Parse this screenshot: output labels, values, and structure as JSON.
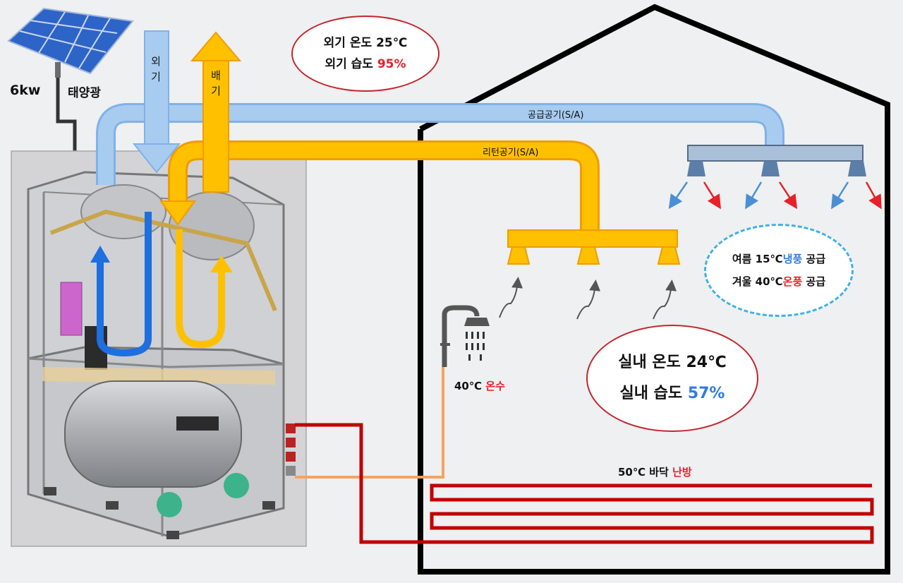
{
  "solar": {
    "capacity": "6kw",
    "label": "태양광"
  },
  "flows": {
    "outside_air": "외기",
    "exhaust_air": "배기",
    "supply_air": "공급공기(S/A)",
    "return_air": "리턴공기(S/A)"
  },
  "outdoor_condition": {
    "temp_label": "외기 온도 25℃",
    "humidity_label": "외기 습도",
    "humidity_value": "95%"
  },
  "supply_info": {
    "summer_label": "여름 15℃",
    "summer_mode": "냉풍",
    "summer_suffix": "공급",
    "winter_label": "겨울 40℃",
    "winter_mode": "온풍",
    "winter_suffix": "공급"
  },
  "indoor_condition": {
    "temp_label": "실내 온도 24℃",
    "humidity_label": "실내 습도",
    "humidity_value": "57%"
  },
  "hot_water": {
    "temp": "40℃",
    "label": "온수"
  },
  "floor_heating": {
    "temp_label": "50℃ 바닥",
    "label": "난방"
  },
  "colors": {
    "supply_duct": "#9cc3ec",
    "return_duct": "#ffc000",
    "heating_pipe": "#c00000",
    "hot_water_pipe": "#f4a460",
    "house_outline": "#000000",
    "highlight_red": "#e8202a",
    "highlight_blue": "#2f7be0"
  }
}
